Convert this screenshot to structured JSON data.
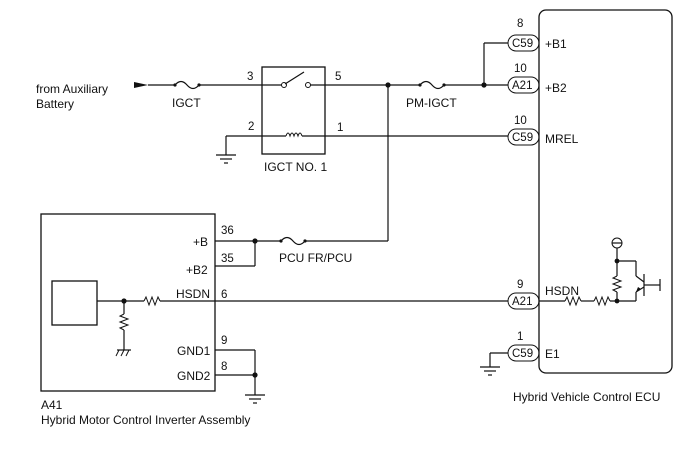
{
  "source": {
    "line1": "from Auxiliary",
    "line2": "Battery"
  },
  "fuses": {
    "igct": "IGCT",
    "pm_igct": "PM-IGCT",
    "pcu": "PCU FR/PCU"
  },
  "relay": {
    "name": "IGCT NO. 1",
    "pins": {
      "p3": "3",
      "p5": "5",
      "p2": "2",
      "p1": "1"
    }
  },
  "ecu": {
    "name": "Hybrid Vehicle Control ECU",
    "terminals": [
      {
        "pin": "8",
        "connector": "C59",
        "signal": "+B1"
      },
      {
        "pin": "10",
        "connector": "A21",
        "signal": "+B2"
      },
      {
        "pin": "10",
        "connector": "C59",
        "signal": "MREL"
      },
      {
        "pin": "9",
        "connector": "A21",
        "signal": "HSDN"
      },
      {
        "pin": "1",
        "connector": "C59",
        "signal": "E1"
      }
    ],
    "internal_label": "HSDN"
  },
  "inverter": {
    "code": "A41",
    "name": "Hybrid Motor Control Inverter Assembly",
    "terminals": [
      {
        "pin": "36",
        "signal": "+B"
      },
      {
        "pin": "35",
        "signal": "+B2"
      },
      {
        "pin": "6",
        "signal": "HSDN"
      },
      {
        "pin": "9",
        "signal": "GND1"
      },
      {
        "pin": "8",
        "signal": "GND2"
      }
    ]
  }
}
